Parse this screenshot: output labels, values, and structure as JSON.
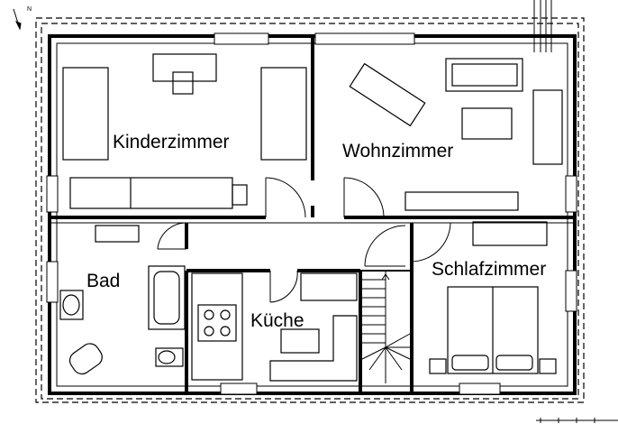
{
  "floorplan": {
    "compass_label": "N",
    "rooms": {
      "kinderzimmer": "Kinderzimmer",
      "wohnzimmer": "Wohnzimmer",
      "bad": "Bad",
      "kueche": "Küche",
      "schlafzimmer": "Schlafzimmer"
    },
    "colors": {
      "wall": "#000000",
      "background": "#ffffff"
    }
  }
}
